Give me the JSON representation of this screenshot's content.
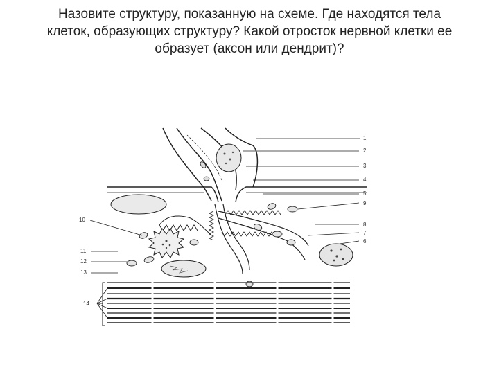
{
  "question": {
    "line1": "Назовите структуру, показанную на схеме. Где находятся тела",
    "line2": "клеток, образующих структуру? Какой отросток нервной клетки ее",
    "line3": "образует (аксон или дендрит)?"
  },
  "diagram": {
    "labels": {
      "l1": "1",
      "l2": "2",
      "l3": "3",
      "l4": "4",
      "l5": "5",
      "l6": "6",
      "l7": "7",
      "l8": "8",
      "l9": "9",
      "l10": "10",
      "l11": "11",
      "l12": "12",
      "l13": "13",
      "l14": "14"
    }
  }
}
